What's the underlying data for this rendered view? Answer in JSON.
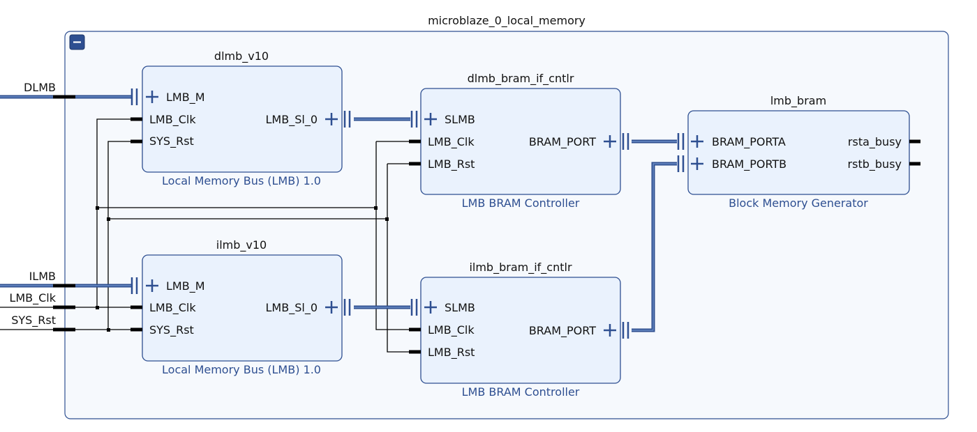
{
  "hierarchy": {
    "title": "microblaze_0_local_memory",
    "collapse_symbol": "−"
  },
  "external_ports": [
    "DLMB",
    "ILMB",
    "LMB_Clk",
    "SYS_Rst"
  ],
  "blocks": {
    "dlmb_v10": {
      "title": "dlmb_v10",
      "subtitle": "Local Memory Bus (LMB) 1.0",
      "ports": {
        "lmb_m": "LMB_M",
        "lmb_clk": "LMB_Clk",
        "sys_rst": "SYS_Rst",
        "lmb_sl_0": "LMB_Sl_0"
      }
    },
    "ilmb_v10": {
      "title": "ilmb_v10",
      "subtitle": "Local Memory Bus (LMB) 1.0",
      "ports": {
        "lmb_m": "LMB_M",
        "lmb_clk": "LMB_Clk",
        "sys_rst": "SYS_Rst",
        "lmb_sl_0": "LMB_Sl_0"
      }
    },
    "dlmb_bram_if_cntlr": {
      "title": "dlmb_bram_if_cntlr",
      "subtitle": "LMB BRAM Controller",
      "ports": {
        "slmb": "SLMB",
        "lmb_clk": "LMB_Clk",
        "lmb_rst": "LMB_Rst",
        "bram_port": "BRAM_PORT"
      }
    },
    "ilmb_bram_if_cntlr": {
      "title": "ilmb_bram_if_cntlr",
      "subtitle": "LMB BRAM Controller",
      "ports": {
        "slmb": "SLMB",
        "lmb_clk": "LMB_Clk",
        "lmb_rst": "LMB_Rst",
        "bram_port": "BRAM_PORT"
      }
    },
    "lmb_bram": {
      "title": "lmb_bram",
      "subtitle": "Block Memory Generator",
      "ports": {
        "bram_porta": "BRAM_PORTA",
        "bram_portb": "BRAM_PORTB",
        "rsta_busy": "rsta_busy",
        "rstb_busy": "rstb_busy"
      }
    }
  },
  "colors": {
    "bus": "#2f4f8f",
    "block_fill": "#eaf2fd",
    "block_border": "#2e4f91",
    "subtitle": "#2e4f91",
    "hierarchy_fill": "#f6f9fd"
  }
}
